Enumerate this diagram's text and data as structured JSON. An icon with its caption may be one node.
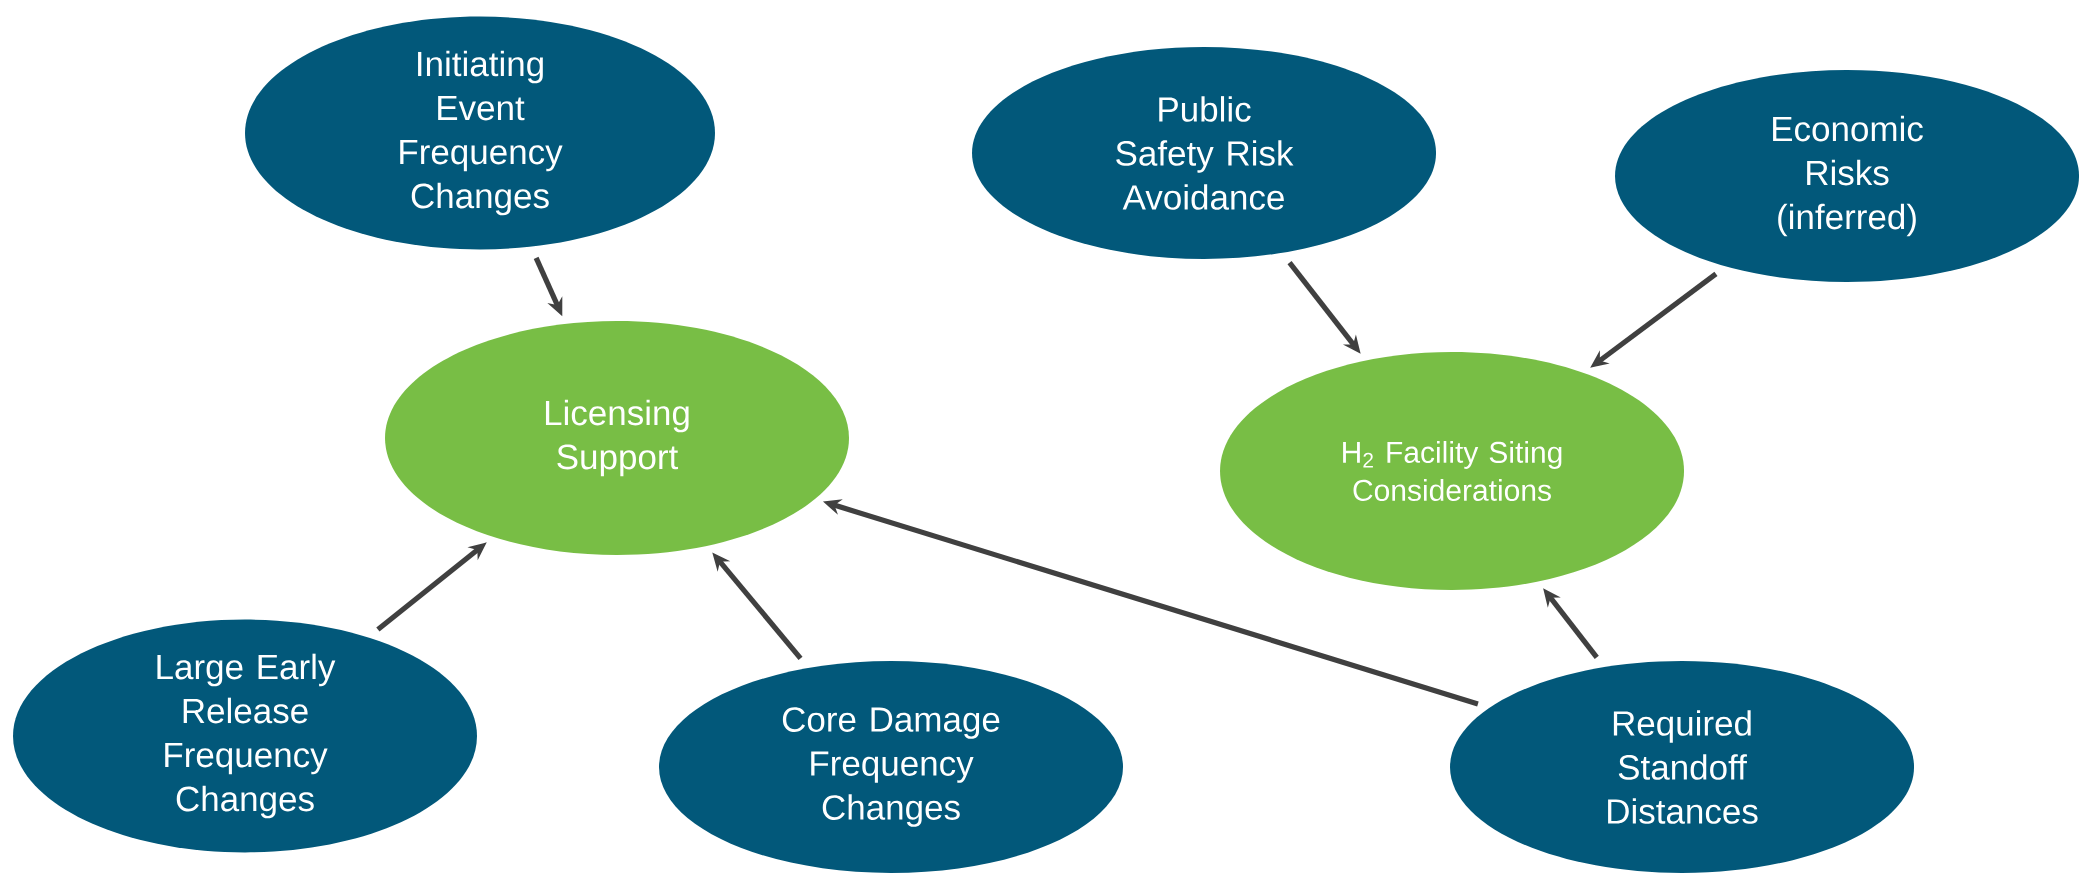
{
  "diagram": {
    "nodes": [
      {
        "text": [
          "Initiating Event Frequency Changes"
        ]
      },
      {
        "text": [
          "Public Safety Risk Avoidance"
        ]
      },
      {
        "text": [
          "Economic Risks (inferred)"
        ]
      },
      {
        "text": [
          "Licensing Support"
        ]
      },
      {
        "text": [
          "H$_{2}$ Facility Siting Considerations"
        ]
      },
      {
        "text": [
          "Large Early Release Frequency Changes"
        ]
      },
      {
        "text": [
          "Core Damage Frequency Changes"
        ]
      },
      {
        "text": [
          "Required Standoff Distances"
        ]
      }
    ],
    "edges": [
      {
        "from": 0,
        "to": 3,
        "arrow": "to"
      },
      {
        "from": 1,
        "to": 4,
        "arrow": "to"
      },
      {
        "from": 2,
        "to": 4,
        "arrow": "to"
      },
      {
        "from": 5,
        "to": 3,
        "arrow": "to"
      },
      {
        "from": 6,
        "to": 3,
        "arrow": "to"
      },
      {
        "from": 7,
        "to": 3,
        "arrow": "to"
      },
      {
        "from": 7,
        "to": 4,
        "arrow": "to"
      }
    ]
  }
}
